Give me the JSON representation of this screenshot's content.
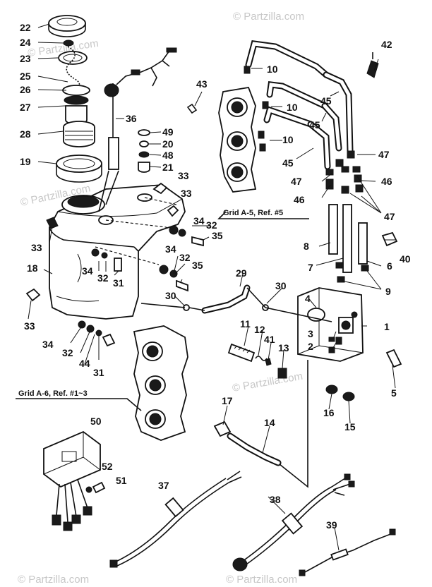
{
  "watermark": "© Partzilla.com",
  "grid_refs": {
    "a5": "Grid A-5, Ref. #5",
    "a6": "Grid A-6, Ref. #1~3"
  },
  "callouts": {
    "c1": "1",
    "c2": "2",
    "c3": "3",
    "c4": "4",
    "c5": "5",
    "c6": "6",
    "c7": "7",
    "c8": "8",
    "c9": "9",
    "c10a": "10",
    "c10b": "10",
    "c10c": "10",
    "c11": "11",
    "c12": "12",
    "c13": "13",
    "c14": "14",
    "c15": "15",
    "c16": "16",
    "c17": "17",
    "c18": "18",
    "c19": "19",
    "c20": "20",
    "c21": "21",
    "c22": "22",
    "c23": "23",
    "c24": "24",
    "c25": "25",
    "c26": "26",
    "c27": "27",
    "c28": "28",
    "c29": "29",
    "c30a": "30",
    "c30b": "30",
    "c31a": "31",
    "c31b": "31",
    "c32a": "32",
    "c32b": "32",
    "c32c": "32",
    "c32d": "32",
    "c33a": "33",
    "c33b": "33",
    "c33c": "33",
    "c33d": "33",
    "c34a": "34",
    "c34b": "34",
    "c34c": "34",
    "c34d": "34",
    "c35a": "35",
    "c35b": "35",
    "c36": "36",
    "c37": "37",
    "c38": "38",
    "c39": "39",
    "c40": "40",
    "c41": "41",
    "c42": "42",
    "c43": "43",
    "c44": "44",
    "c45a": "45",
    "c45b": "45",
    "c45c": "45",
    "c46a": "46",
    "c46b": "46",
    "c47a": "47",
    "c47b": "47",
    "c47c": "47",
    "c48": "48",
    "c49": "49",
    "c50": "50",
    "c51": "51",
    "c52": "52"
  }
}
